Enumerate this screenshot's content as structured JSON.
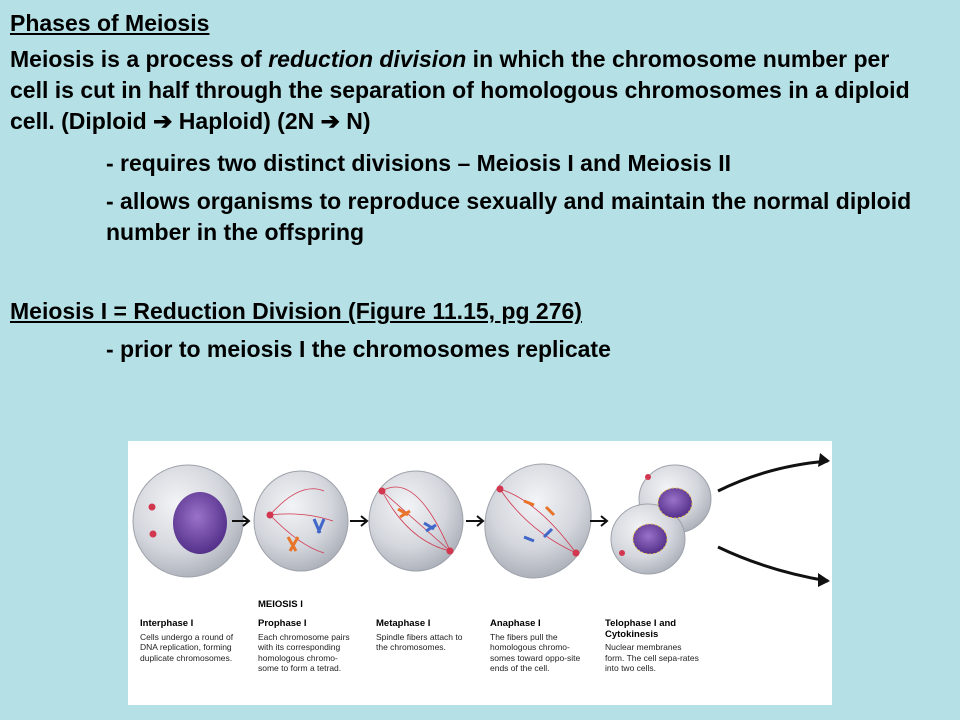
{
  "slide": {
    "heading": "Phases of Meiosis",
    "para_lead": "Meiosis is a process of ",
    "para_em": "reduction division",
    "para_rest": " in which the chromosome number per cell is cut in half through the separation of homologous chromosomes in a diploid cell.  (Diploid ",
    "arrow": "➔",
    "para_haploid": " Haploid)  (2N ",
    "para_n": " N)",
    "bullet1": "- requires two distinct divisions – Meiosis I and Meiosis II",
    "bullet2": "- allows organisms to reproduce sexually and maintain the normal diploid number in the offspring",
    "subheading": "Meiosis I = Reduction Division (Figure 11.15, pg 276)",
    "bullet3": "- prior to meiosis I the chromosomes replicate"
  },
  "figure": {
    "label": "MEIOSIS I",
    "stages": [
      {
        "title": "Interphase I",
        "desc": "Cells undergo a round of DNA replication, forming duplicate chromosomes."
      },
      {
        "title": "Prophase I",
        "desc": "Each chromosome pairs with its corresponding homologous chromo-some to form a tetrad."
      },
      {
        "title": "Metaphase I",
        "desc": "Spindle fibers attach to the chromosomes."
      },
      {
        "title": "Anaphase I",
        "desc": "The fibers pull the homologous chromo-somes toward oppo-site ends of the cell."
      },
      {
        "title": "Telophase I and Cytokinesis",
        "desc": "Nuclear membranes form. The cell sepa-rates into two cells."
      }
    ]
  },
  "colors": {
    "background": "#b5e1e6",
    "cell": "#c9ccd3",
    "nucleus": "#6a3fa0",
    "spindle": "#d2374f"
  }
}
